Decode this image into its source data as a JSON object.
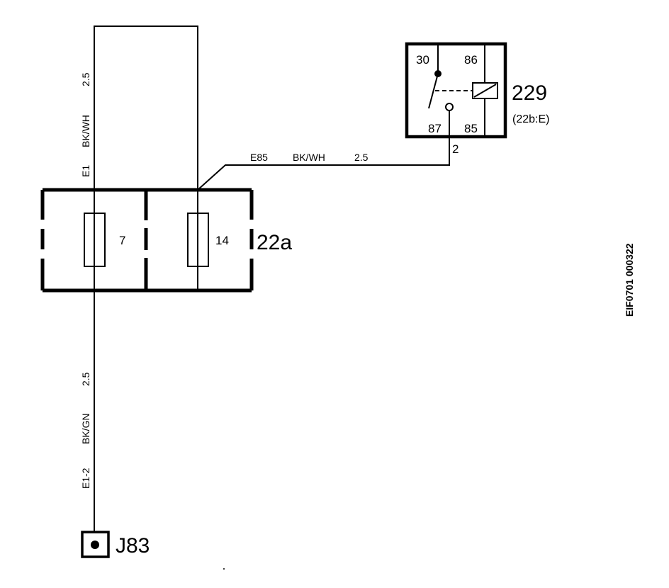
{
  "fusebox": {
    "id": "22a",
    "fuses": [
      {
        "number": "7"
      },
      {
        "number": "14"
      }
    ]
  },
  "relay": {
    "id": "229",
    "location": "(22b:E)",
    "pins": {
      "p30": "30",
      "p86": "86",
      "p87": "87",
      "p85": "85"
    },
    "connector_pin": "2"
  },
  "wires": {
    "e1": {
      "code": "E1",
      "color": "BK/WH",
      "size": "2.5"
    },
    "e85": {
      "code": "E85",
      "color": "BK/WH",
      "size": "2.5"
    },
    "e1_2": {
      "code": "E1-2",
      "color": "BK/GN",
      "size": "2.5"
    }
  },
  "ground": {
    "id": "J83"
  },
  "figure_ref": "EIF0701 000322"
}
